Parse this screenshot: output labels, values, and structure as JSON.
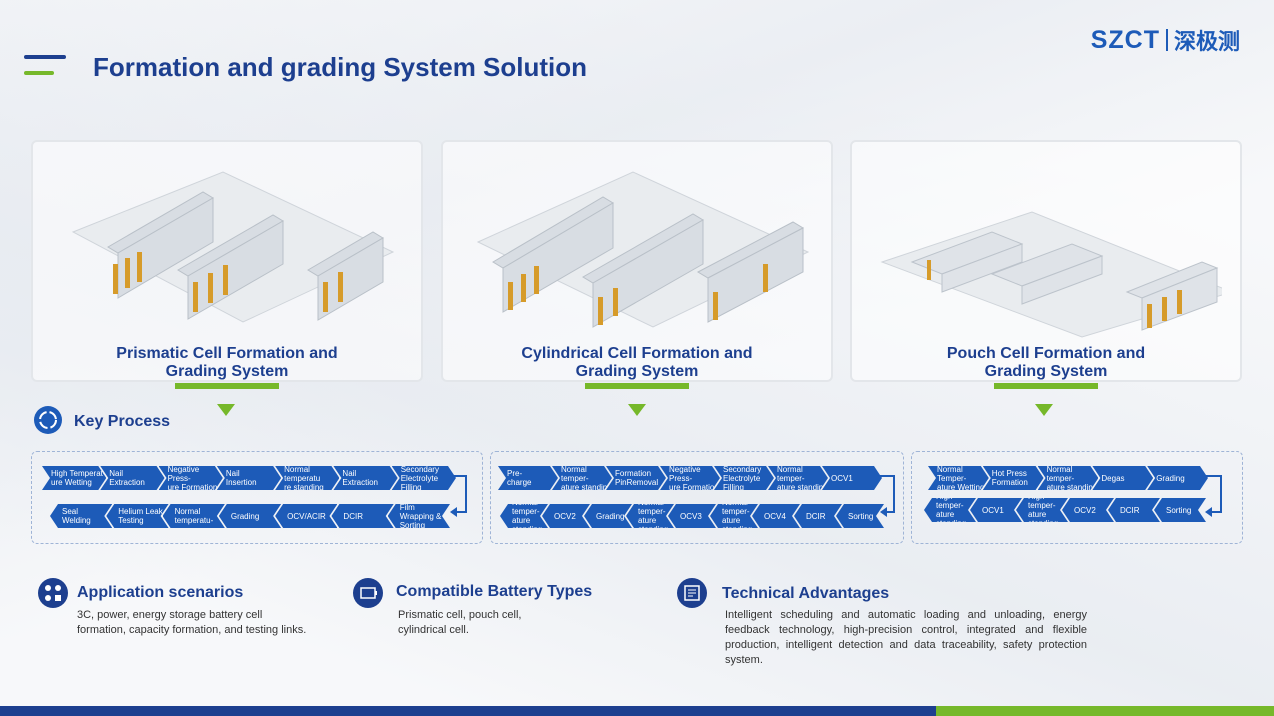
{
  "header": {
    "title": "Formation and grading System Solution"
  },
  "logo": {
    "en": "SZCT",
    "cn": "深极测"
  },
  "cards": [
    {
      "title_line1": "Prismatic Cell Formation and",
      "title_line2": "Grading System"
    },
    {
      "title_line1": "Cylindrical Cell Formation and",
      "title_line2": "Grading System"
    },
    {
      "title_line1": "Pouch Cell Formation and",
      "title_line2": "Grading System"
    }
  ],
  "key_process": {
    "label": "Key Process",
    "prismatic": {
      "row1": [
        "High Temperat-\nure Wetting",
        "Nail\nExtraction",
        "Negative Press-\nure Formation",
        "Nail\nInsertion",
        "Normal temperatu\nre standing",
        "Nail\nExtraction",
        "Secondary\nElectrolyte Filling"
      ],
      "row2": [
        "Film Wrapping &\nSorting",
        "DCIR",
        "OCV/ACIR",
        "Grading",
        "Normal\ntemperatu-",
        "Helium Leak\nTesting",
        "Seal\nWelding"
      ]
    },
    "cylindrical": {
      "row1": [
        "Pre-\ncharge",
        "Normal temper-\nature standing",
        "Formation\nPinRemoval",
        "Negative Press-\nure Formation",
        "Secondary\nElectrolyte Filling",
        "Normal temper-\nature standing",
        "OCV1"
      ],
      "row2": [
        "Sorting",
        "DCIR",
        "OCV4",
        "Normal temper-\nature standing",
        "OCV3",
        "Normal temper-\nature standing",
        "Grading",
        "OCV2",
        "Normal temper-\nature standing"
      ]
    },
    "pouch": {
      "row1": [
        "Normal Temper-\nature Wetting",
        "Hot Press\nFormation",
        "Normal temper-\nature standing",
        "Degas",
        "Grading"
      ],
      "row2": [
        "Sorting",
        "DCIR",
        "OCV2",
        "High temper-\nature standing",
        "OCV1",
        "High temper-\nature standing"
      ]
    }
  },
  "application": {
    "title": "Application scenarios",
    "text": "3C, power, energy storage battery cell formation, capacity formation, and testing links."
  },
  "battery_types": {
    "title": "Compatible Battery Types",
    "text": "Prismatic cell, pouch cell, cylindrical cell."
  },
  "advantages": {
    "title": "Technical Advantages",
    "text": "Intelligent scheduling and automatic loading and unloading, energy feedback technology, high-precision control, integrated and flexible production, intelligent detection and data traceability, safety protection system."
  },
  "colors": {
    "primary": "#1d3f8f",
    "chevron": "#1d5bb8",
    "accent": "#76b82a"
  }
}
